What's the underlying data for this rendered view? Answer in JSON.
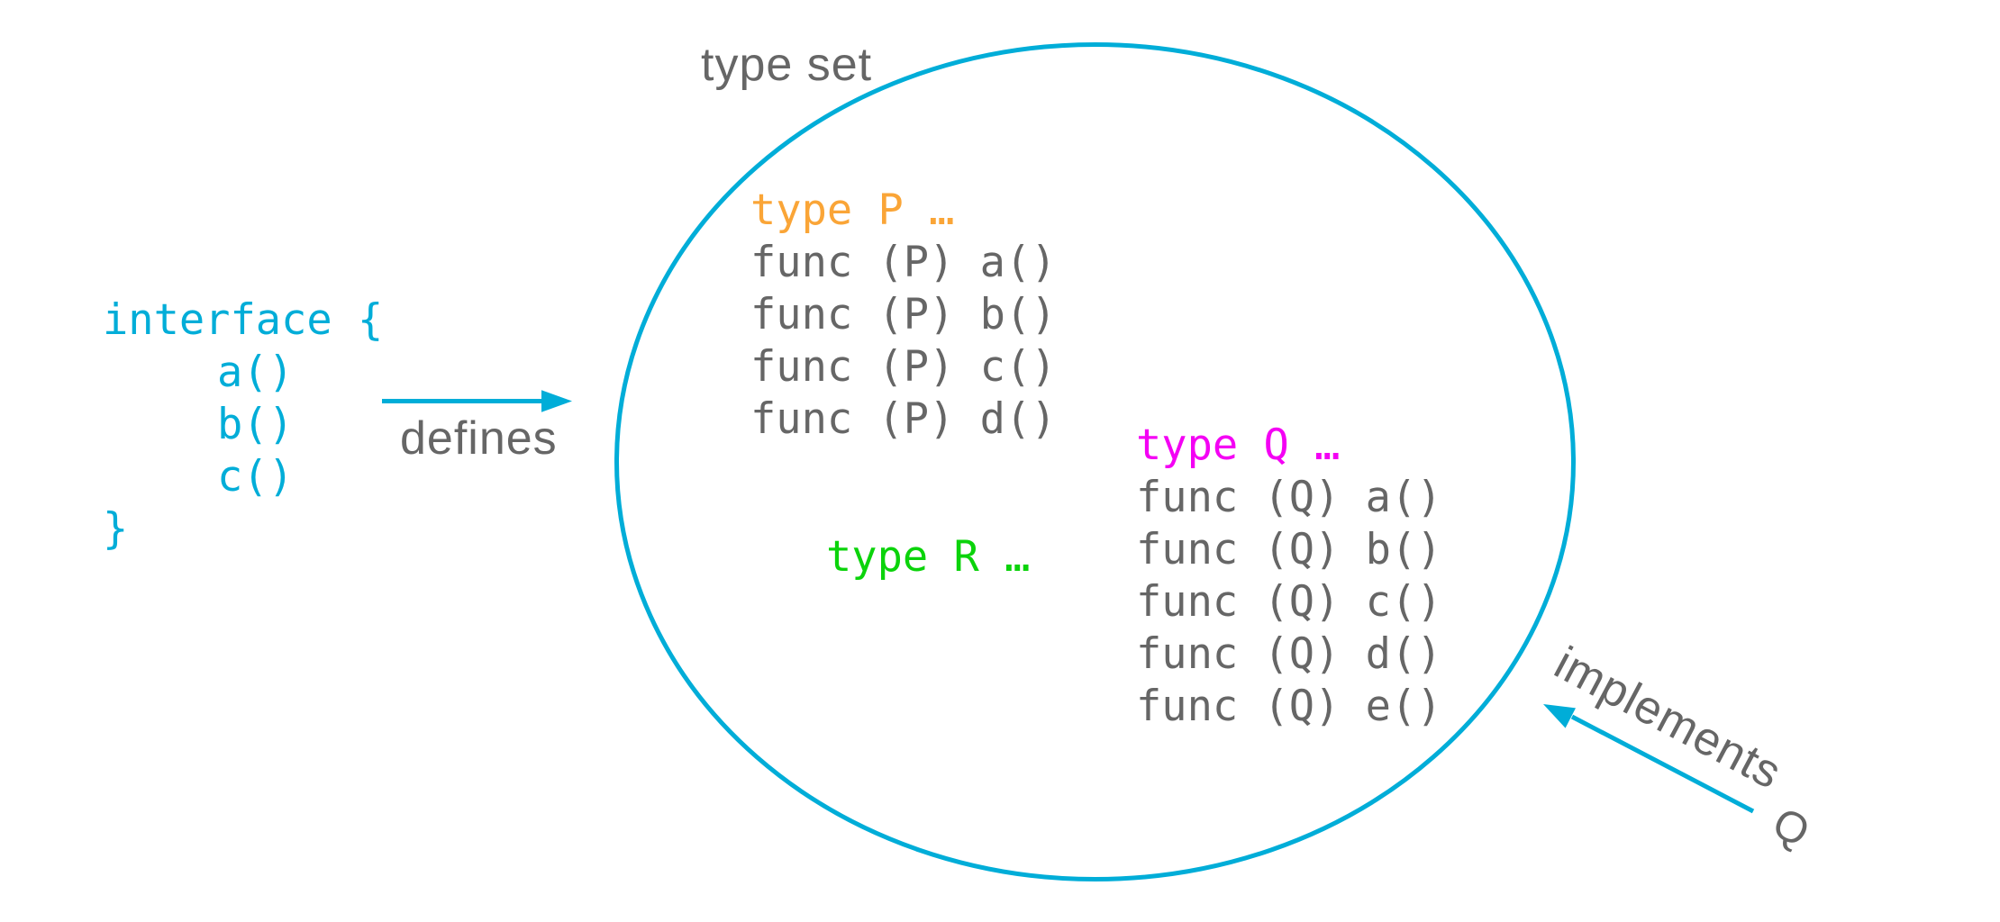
{
  "colors": {
    "background": "#FFFFFF",
    "accent_cyan": "#00ADD8",
    "text_gray": "#666666",
    "type_p_orange": "#FAA537",
    "type_q_magenta": "#F400F4",
    "type_r_green": "#0BD30B"
  },
  "interface_block": {
    "lines": [
      {
        "text": "interface {",
        "color": "accent_cyan"
      },
      {
        "text": "a()",
        "color": "accent_cyan",
        "indent": true
      },
      {
        "text": "b()",
        "color": "accent_cyan",
        "indent": true
      },
      {
        "text": "c()",
        "color": "accent_cyan",
        "indent": true
      },
      {
        "text": "}",
        "color": "accent_cyan"
      }
    ]
  },
  "labels": {
    "defines": "defines",
    "type_set": "type set",
    "implements": "implements",
    "implements_target": "Q"
  },
  "type_set": {
    "p_block": {
      "lines": [
        {
          "text": "type P …",
          "color": "type_p_orange"
        },
        {
          "text": "func (P) a()",
          "color": "text_gray"
        },
        {
          "text": "func (P) b()",
          "color": "text_gray"
        },
        {
          "text": "func (P) c()",
          "color": "text_gray"
        },
        {
          "text": "func (P) d()",
          "color": "text_gray"
        }
      ]
    },
    "q_block": {
      "lines": [
        {
          "text": "type Q …",
          "color": "type_q_magenta"
        },
        {
          "text": "func (Q) a()",
          "color": "text_gray"
        },
        {
          "text": "func (Q) b()",
          "color": "text_gray"
        },
        {
          "text": "func (Q) c()",
          "color": "text_gray"
        },
        {
          "text": "func (Q) d()",
          "color": "text_gray"
        },
        {
          "text": "func (Q) e()",
          "color": "text_gray"
        }
      ]
    },
    "r_block": {
      "lines": [
        {
          "text": "type R …",
          "color": "type_r_green"
        }
      ]
    }
  }
}
